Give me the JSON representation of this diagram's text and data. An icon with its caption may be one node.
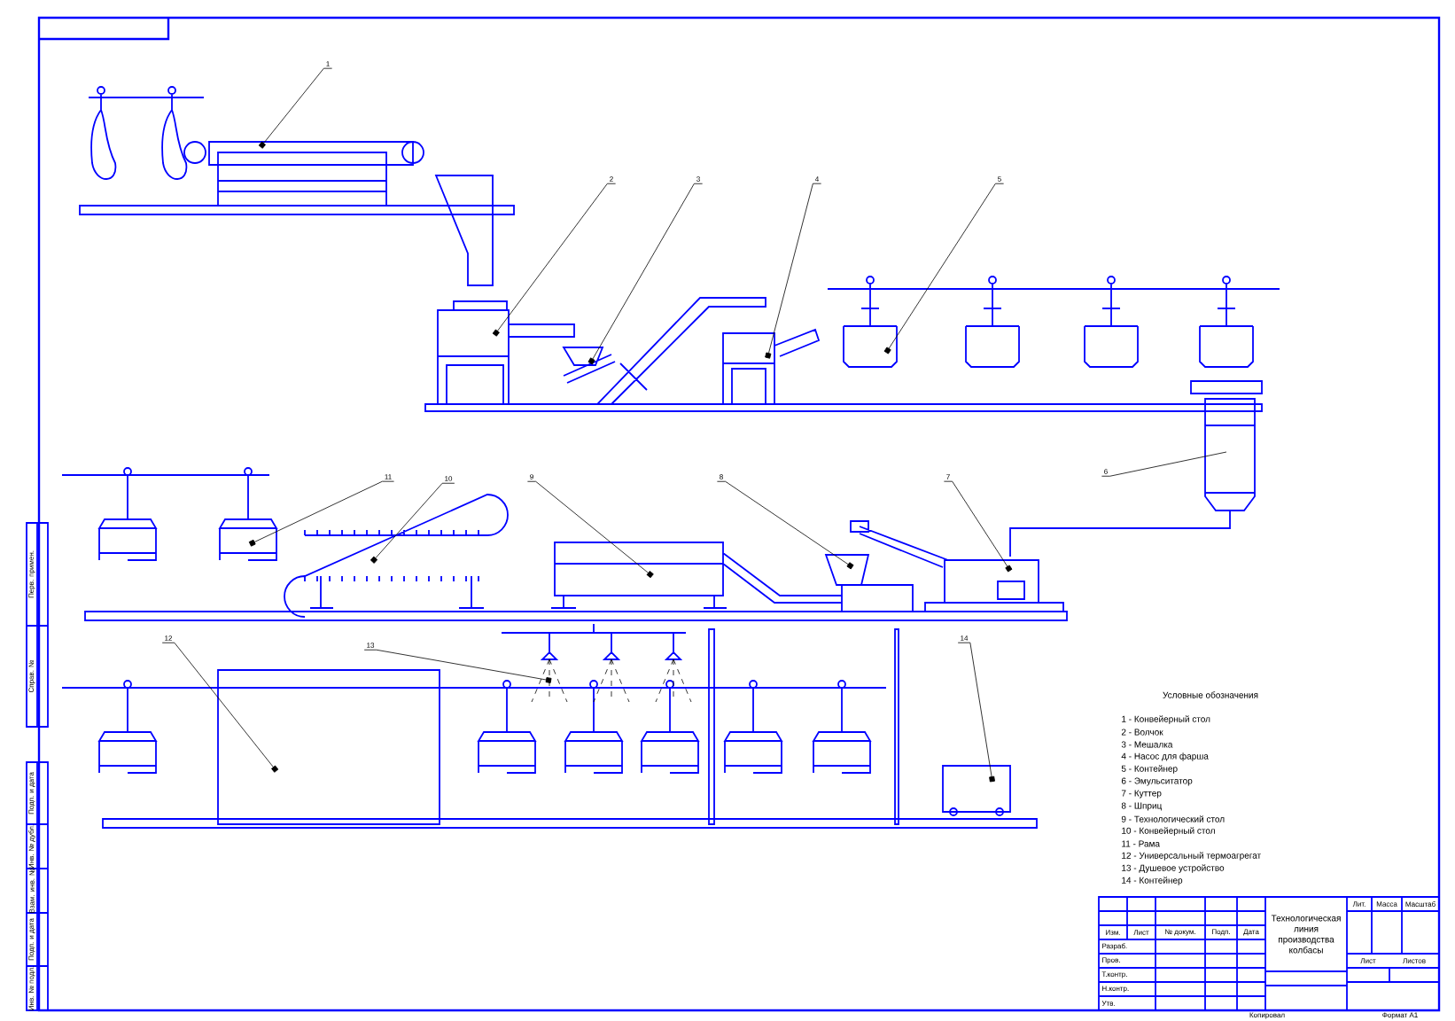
{
  "diagram": {
    "nodes": [
      {
        "text": [
          "1"
        ]
      },
      {
        "text": [
          "2"
        ]
      },
      {
        "text": [
          "3"
        ]
      },
      {
        "text": [
          "4"
        ]
      },
      {
        "text": [
          "5"
        ]
      },
      {
        "text": [
          "6"
        ]
      },
      {
        "text": [
          "7"
        ]
      },
      {
        "text": [
          "8"
        ]
      },
      {
        "text": [
          "9"
        ]
      },
      {
        "text": [
          "10"
        ]
      },
      {
        "text": [
          "11"
        ]
      },
      {
        "text": [
          "12"
        ]
      },
      {
        "text": [
          "13"
        ]
      },
      {
        "text": [
          "14"
        ]
      }
    ],
    "edges": [
      {
        "from": 0,
        "to": null,
        "arrow": "other"
      },
      {
        "from": 1,
        "to": null,
        "arrow": "other"
      },
      {
        "from": 2,
        "to": null,
        "arrow": "other"
      },
      {
        "from": 3,
        "to": null,
        "arrow": "other"
      },
      {
        "from": 4,
        "to": null,
        "arrow": "other"
      },
      {
        "from": 5,
        "to": null,
        "arrow": "none"
      },
      {
        "from": 6,
        "to": null,
        "arrow": "other"
      },
      {
        "from": 7,
        "to": null,
        "arrow": "other"
      },
      {
        "from": 8,
        "to": null,
        "arrow": "other"
      },
      {
        "from": 9,
        "to": null,
        "arrow": "other"
      },
      {
        "from": 10,
        "to": null,
        "arrow": "other"
      },
      {
        "from": 11,
        "to": null,
        "arrow": "other"
      },
      {
        "from": 12,
        "to": null,
        "arrow": "other"
      },
      {
        "from": 13,
        "to": null,
        "arrow": "other"
      }
    ],
    "labels": [
      "Условные обозначения",
      "1 - Конвейерный стол",
      "2 - Волчок",
      "3 - Мешалка",
      "4 - Насос для фарша",
      "5 - Контейнер",
      "6 - Эмульситатор",
      "7 - Куттер",
      "8 - Шприц",
      "9 - Технологический стол",
      "10 - Конвейерный стол",
      "11 - Рама",
      "12 - Универсальный термоагрегат",
      "13 - Душевое устройство",
      "14 - Контейнер",
      "Технологическая линия производства колбасы",
      "Изм.",
      "Лист",
      "№ докум.",
      "Подп.",
      "Дата",
      "Разраб.",
      "Пров.",
      "Т.контр.",
      "Н.контр.",
      "Утв.",
      "Лит.",
      "Масса",
      "Масштаб",
      "Лист",
      "Листов",
      "Копировал",
      "Формат А1",
      "Перв. примен.",
      "Справ. №",
      "Подп. и дата",
      "Инв. № дубл.",
      "Взам. инв. №",
      "Подп. и дата",
      "Инв. № подл."
    ]
  }
}
